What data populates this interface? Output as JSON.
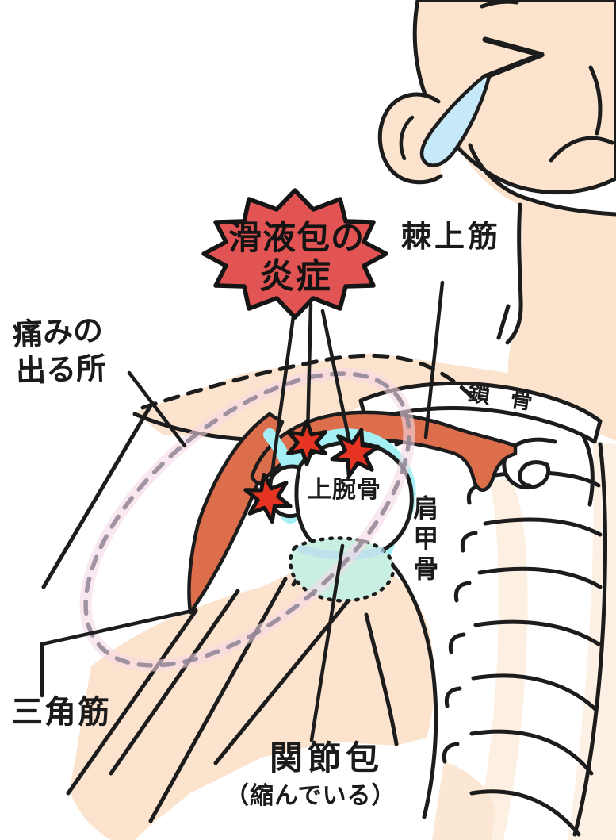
{
  "illustration": {
    "callout": {
      "text_line1": "滑液包の",
      "text_line2": "炎症"
    },
    "labels": {
      "pain_area_line1": "痛みの",
      "pain_area_line2": "出る所",
      "supraspinatus": "棘上筋",
      "clavicle": "鎖骨",
      "humerus": "上腕骨",
      "scapula": "肩甲骨",
      "deltoid": "三角筋",
      "joint_capsule": "関節包",
      "joint_capsule_note": "（縮んでいる）"
    },
    "colors": {
      "skin": "#fbe3cd",
      "skin_pale": "#fdf0e2",
      "muscle_orange": "#dc6e4c",
      "bursa_cyan": "#a4f0f4",
      "capsule_teal": "#c8efe2",
      "callout_red": "#e25353",
      "pain_star_red": "#e63322",
      "pain_ring_pink": "#f6d9e6",
      "pain_ring_dash_gray": "#8f8494",
      "tear_blue": "#c5e9f8",
      "outline_black": "#1c1c1c"
    }
  }
}
